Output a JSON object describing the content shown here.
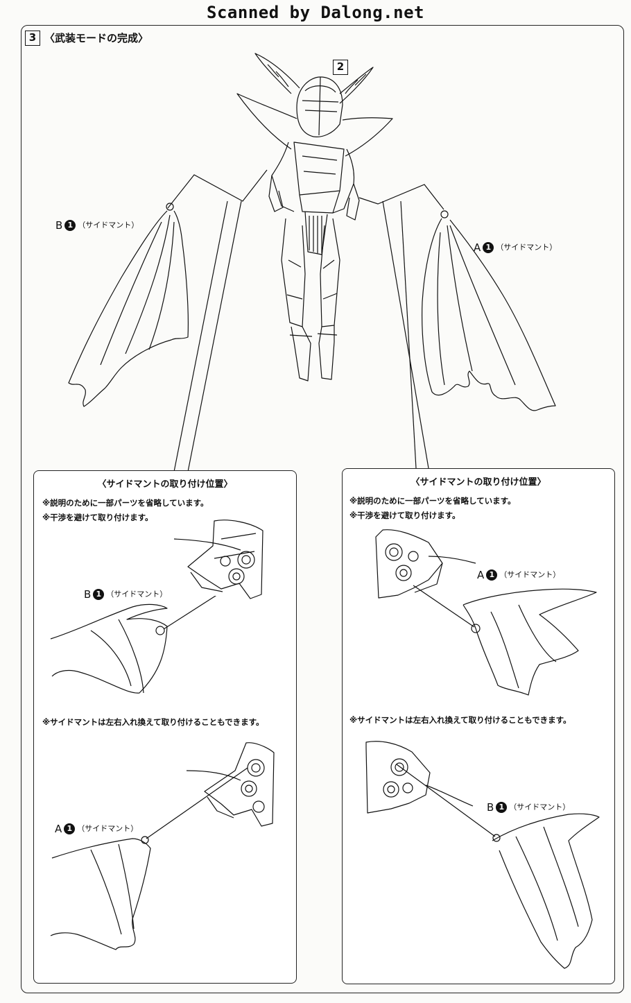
{
  "watermark": "Scanned by Dalong.net",
  "step": {
    "number": "3",
    "title": "〈武装モードの完成〉"
  },
  "assembly_number": "2",
  "main_callouts": {
    "left": {
      "letter": "B",
      "part_number": "1",
      "part_name": "（サイドマント）"
    },
    "right": {
      "letter": "A",
      "part_number": "1",
      "part_name": "（サイドマント）"
    }
  },
  "panels": [
    {
      "title": "〈サイドマントの取り付け位置〉",
      "notes": [
        "※説明のために一部パーツを省略しています。",
        "※干渉を避けて取り付けます。"
      ],
      "callout_top": {
        "letter": "B",
        "part_number": "1",
        "part_name": "（サイドマント）"
      },
      "swap_note": "※サイドマントは左右入れ換えて取り付けることもできます。",
      "callout_bottom": {
        "letter": "A",
        "part_number": "1",
        "part_name": "（サイドマント）"
      }
    },
    {
      "title": "〈サイドマントの取り付け位置〉",
      "notes": [
        "※説明のために一部パーツを省略しています。",
        "※干渉を避けて取り付けます。"
      ],
      "callout_top": {
        "letter": "A",
        "part_number": "1",
        "part_name": "（サイドマント）"
      },
      "swap_note": "※サイドマントは左右入れ換えて取り付けることもできます。",
      "callout_bottom": {
        "letter": "B",
        "part_number": "1",
        "part_name": "（サイドマント）"
      }
    }
  ]
}
